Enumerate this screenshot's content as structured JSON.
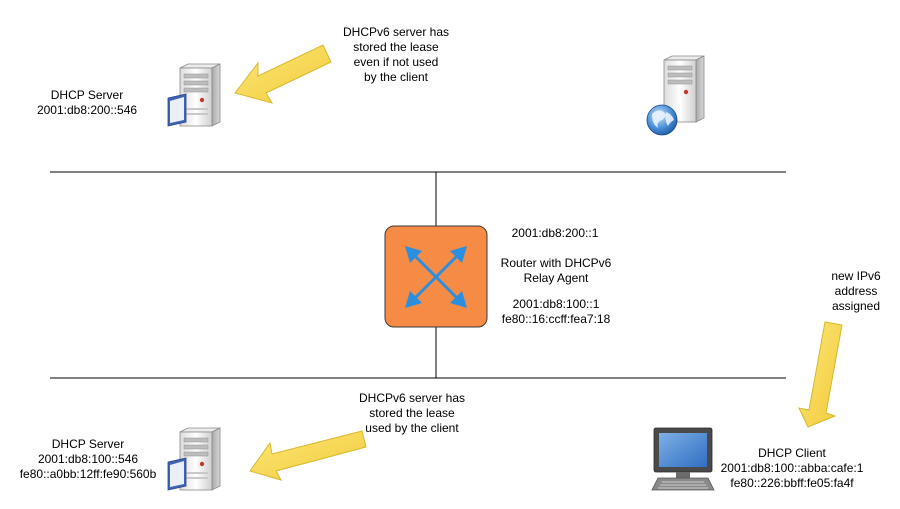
{
  "top_server": {
    "name": "DHCP Server",
    "address": "2001:db8:200::546",
    "icon": "server-with-book-icon"
  },
  "top_note": {
    "lines": [
      "DHCPv6 server has",
      "stored the lease",
      "even if not used",
      "by the client"
    ]
  },
  "web_server": {
    "icon": "web-server-icon"
  },
  "router": {
    "icon": "router-icon",
    "color": "#f58b45",
    "upper_address": "2001:db8:200::1",
    "title_lines": [
      "Router with DHCPv6",
      "Relay Agent"
    ],
    "lower_lines": [
      "2001:db8:100::1",
      "fe80::16:ccff:fea7:18"
    ]
  },
  "bottom_server": {
    "name": "DHCP Server",
    "address": "2001:db8:100::546",
    "link_local": "fe80::a0bb:12ff:fe90:560b",
    "icon": "server-with-book-icon"
  },
  "bottom_note": {
    "lines": [
      "DHCPv6 server has",
      "stored the lease",
      "used by the client"
    ]
  },
  "client_note": {
    "lines": [
      "new IPv6",
      "address",
      "assigned"
    ]
  },
  "client": {
    "name": "DHCP Client",
    "address": "2001:db8:100::abba:cafe:1",
    "link_local": "fe80::226:bbff:fe05:fa4f",
    "icon": "desktop-computer-icon"
  },
  "colors": {
    "arrow_fill": "#f7d84a",
    "arrow_stroke": "#d6b92c",
    "router_arrows": "#2a8fe0",
    "network_line": "#000000"
  }
}
